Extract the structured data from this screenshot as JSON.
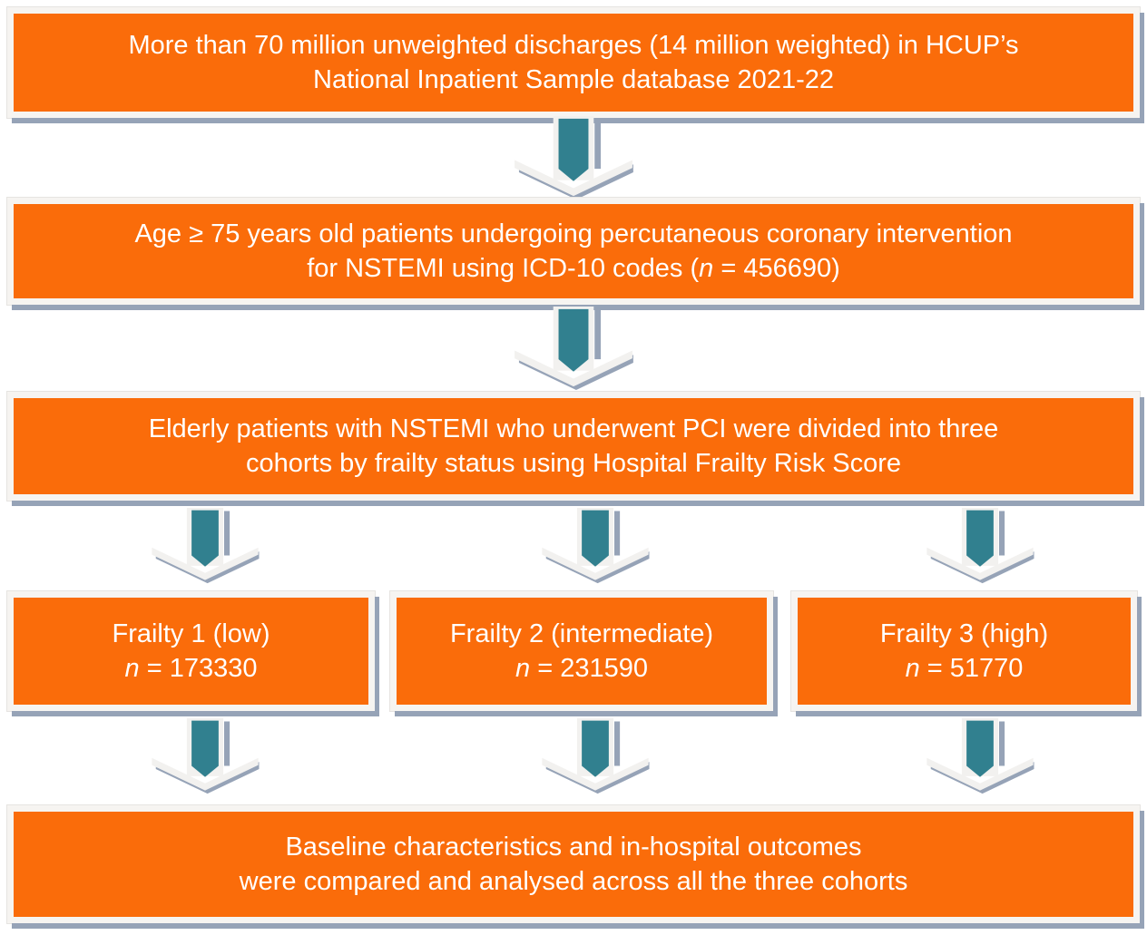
{
  "colors": {
    "box_fill": "#FA6C0A",
    "box_frame": "#F6F4F1",
    "shadow_gray_blue": "#96A3B7",
    "arrow_teal": "#31808F",
    "arrow_body_white": "#F2F1EF",
    "text_white": "#FFFFFF",
    "page_background": "#FFFFFF"
  },
  "flow": {
    "step1": {
      "line1": "More than 70 million unweighted discharges (14 million weighted) in HCUP’s",
      "line2": "National Inpatient Sample database 2021-22"
    },
    "step2": {
      "line1": "Age ≥ 75 years old patients undergoing percutaneous coronary intervention",
      "line2_pre": "for NSTEMI using ICD-10 codes (",
      "line2_n": "n",
      "line2_post": " = 456690)"
    },
    "step3": {
      "line1": "Elderly patients with NSTEMI who underwent PCI were divided into three",
      "line2": "cohorts by frailty status using Hospital Frailty Risk Score"
    },
    "cohorts": [
      {
        "title": "Frailty 1 (low)",
        "n_label": "n",
        "n_value": " = 173330"
      },
      {
        "title": "Frailty 2 (intermediate)",
        "n_label": "n",
        "n_value": " = 231590"
      },
      {
        "title": "Frailty 3 (high)",
        "n_label": "n",
        "n_value": " = 51770"
      }
    ],
    "step5": {
      "line1": "Baseline characteristics and in-hospital outcomes",
      "line2": "were compared and analysed across all the three cohorts"
    }
  }
}
